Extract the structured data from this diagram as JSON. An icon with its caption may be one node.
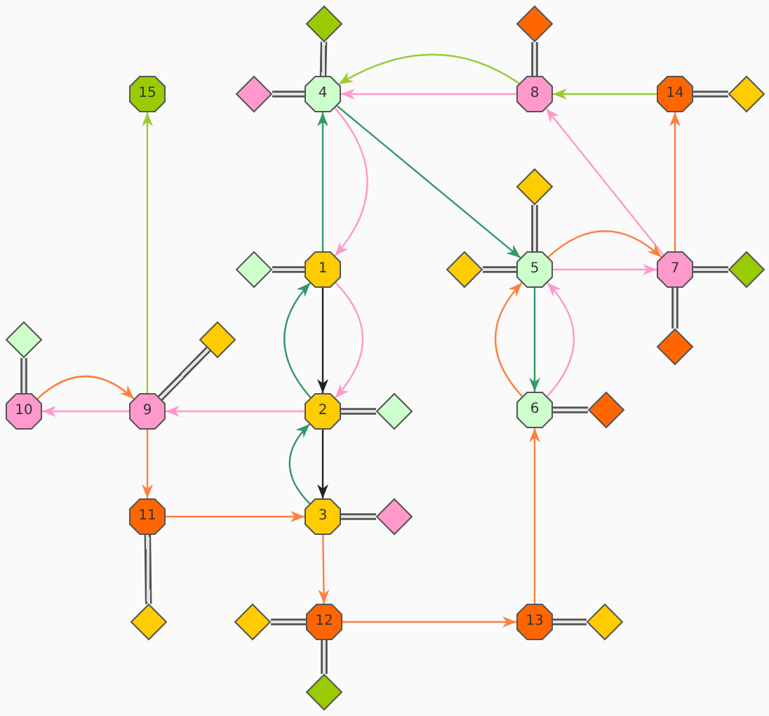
{
  "diagram": {
    "nodes": [
      {
        "text": [
          "1"
        ]
      },
      {
        "text": [
          "2"
        ]
      },
      {
        "text": [
          "3"
        ]
      },
      {
        "text": [
          "4"
        ]
      },
      {
        "text": [
          "5"
        ]
      },
      {
        "text": [
          "6"
        ]
      },
      {
        "text": [
          "7"
        ]
      },
      {
        "text": [
          "8"
        ]
      },
      {
        "text": [
          "9"
        ]
      },
      {
        "text": [
          "10"
        ]
      },
      {
        "text": [
          "11"
        ]
      },
      {
        "text": [
          "12"
        ]
      },
      {
        "text": [
          "13"
        ]
      },
      {
        "text": [
          "14"
        ]
      },
      {
        "text": [
          "15"
        ]
      },
      {
        "text": [],
        "shape": "diamond"
      },
      {
        "text": [],
        "shape": "diamond"
      },
      {
        "text": [],
        "shape": "diamond"
      },
      {
        "text": [],
        "shape": "diamond"
      },
      {
        "text": [],
        "shape": "diamond"
      },
      {
        "text": [],
        "shape": "diamond"
      },
      {
        "text": [],
        "shape": "diamond"
      },
      {
        "text": [],
        "shape": "diamond"
      },
      {
        "text": [],
        "shape": "diamond"
      },
      {
        "text": [],
        "shape": "diamond"
      },
      {
        "text": [],
        "shape": "diamond"
      },
      {
        "text": [],
        "shape": "diamond"
      },
      {
        "text": [],
        "shape": "diamond"
      },
      {
        "text": [],
        "shape": "diamond"
      },
      {
        "text": [],
        "shape": "diamond"
      },
      {
        "text": [],
        "shape": "diamond"
      },
      {
        "text": [],
        "shape": "diamond"
      },
      {
        "text": [],
        "shape": "diamond"
      }
    ],
    "edges": [
      {
        "from": 0,
        "to": 3,
        "arrow": "to",
        "color": "#339966"
      },
      {
        "from": 3,
        "to": 0,
        "arrow": "to",
        "color": "#ff99cc"
      },
      {
        "from": 3,
        "to": 4,
        "arrow": "to",
        "color": "#339966"
      },
      {
        "from": 7,
        "to": 3,
        "arrow": "to",
        "color": "#ff99cc"
      },
      {
        "from": 7,
        "to": 3,
        "arrow": "to",
        "color": "#99cc33"
      },
      {
        "from": 13,
        "to": 7,
        "arrow": "to",
        "color": "#99cc33"
      },
      {
        "from": 6,
        "to": 7,
        "arrow": "to",
        "color": "#ff99cc"
      },
      {
        "from": 6,
        "to": 13,
        "arrow": "to",
        "color": "#ff7f3f"
      },
      {
        "from": 4,
        "to": 6,
        "arrow": "to",
        "color": "#ff7f3f"
      },
      {
        "from": 4,
        "to": 6,
        "arrow": "to",
        "color": "#ff99cc"
      },
      {
        "from": 4,
        "to": 5,
        "arrow": "to",
        "color": "#339966"
      },
      {
        "from": 5,
        "to": 4,
        "arrow": "to",
        "color": "#ff7f3f"
      },
      {
        "from": 5,
        "to": 4,
        "arrow": "to",
        "color": "#ff99cc"
      },
      {
        "from": 12,
        "to": 5,
        "arrow": "to",
        "color": "#ff7f3f"
      },
      {
        "from": 0,
        "to": 1,
        "arrow": "to",
        "color": "#222222"
      },
      {
        "from": 0,
        "to": 1,
        "arrow": "to",
        "color": "#ff99cc"
      },
      {
        "from": 1,
        "to": 0,
        "arrow": "to",
        "color": "#339966"
      },
      {
        "from": 1,
        "to": 2,
        "arrow": "to",
        "color": "#222222"
      },
      {
        "from": 2,
        "to": 1,
        "arrow": "to",
        "color": "#339966"
      },
      {
        "from": 1,
        "to": 8,
        "arrow": "to",
        "color": "#ff99cc"
      },
      {
        "from": 8,
        "to": 9,
        "arrow": "to",
        "color": "#ff99cc"
      },
      {
        "from": 9,
        "to": 8,
        "arrow": "to",
        "color": "#ff7f3f"
      },
      {
        "from": 8,
        "to": 14,
        "arrow": "to",
        "color": "#99cc33"
      },
      {
        "from": 8,
        "to": 10,
        "arrow": "to",
        "color": "#ff7f3f"
      },
      {
        "from": 10,
        "to": 2,
        "arrow": "to",
        "color": "#ff7f3f"
      },
      {
        "from": 2,
        "to": 11,
        "arrow": "to",
        "color": "#ff7f3f"
      },
      {
        "from": 11,
        "to": 12,
        "arrow": "to",
        "color": "#ff7f3f"
      },
      {
        "from": 3,
        "to": 15,
        "arrow": "none",
        "style": "thick"
      },
      {
        "from": 7,
        "to": 16,
        "arrow": "none",
        "style": "thick"
      },
      {
        "from": 3,
        "to": 17,
        "arrow": "none",
        "style": "thick"
      },
      {
        "from": 13,
        "to": 18,
        "arrow": "none",
        "style": "thick"
      },
      {
        "from": 4,
        "to": 19,
        "arrow": "none",
        "style": "thick"
      },
      {
        "from": 0,
        "to": 20,
        "arrow": "none",
        "style": "thick"
      },
      {
        "from": 4,
        "to": 21,
        "arrow": "none",
        "style": "thick"
      },
      {
        "from": 6,
        "to": 22,
        "arrow": "none",
        "style": "thick"
      },
      {
        "from": 9,
        "to": 23,
        "arrow": "none",
        "style": "thick"
      },
      {
        "from": 8,
        "to": 24,
        "arrow": "none",
        "style": "thick"
      },
      {
        "from": 6,
        "to": 25,
        "arrow": "none",
        "style": "thick"
      },
      {
        "from": 1,
        "to": 26,
        "arrow": "none",
        "style": "thick"
      },
      {
        "from": 5,
        "to": 27,
        "arrow": "none",
        "style": "thick"
      },
      {
        "from": 2,
        "to": 28,
        "arrow": "none",
        "style": "thick"
      },
      {
        "from": 10,
        "to": 29,
        "arrow": "none",
        "style": "thick"
      },
      {
        "from": 11,
        "to": 30,
        "arrow": "none",
        "style": "thick"
      },
      {
        "from": 12,
        "to": 31,
        "arrow": "none",
        "style": "thick"
      },
      {
        "from": 11,
        "to": 32,
        "arrow": "none",
        "style": "thick"
      }
    ]
  }
}
